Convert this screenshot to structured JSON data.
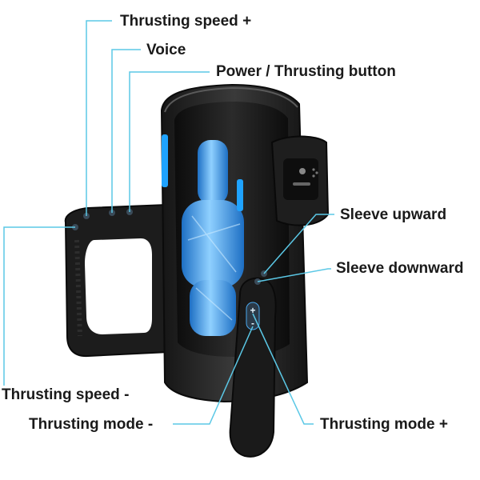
{
  "callouts": {
    "thrusting_speed_plus": "Thrusting speed +",
    "voice": "Voice",
    "power_thrusting_button": "Power / Thrusting button",
    "sleeve_upward": "Sleeve upward",
    "sleeve_downward": "Sleeve downward",
    "thrusting_speed_minus": "Thrusting speed -",
    "thrusting_mode_minus": "Thrusting mode -",
    "thrusting_mode_plus": "Thrusting mode +"
  },
  "device_marks": {
    "plus_sign": "+",
    "minus_sign": "-"
  },
  "colors": {
    "leader_line": "#5bc8e6",
    "device_body": "#222222",
    "sleeve_blue": "#4aa8ee",
    "accent_glow": "#1fa3ff",
    "label_text": "#1a1a1a"
  },
  "icons": [
    "headphone-jack-icon",
    "plus-icon",
    "minus-icon"
  ]
}
